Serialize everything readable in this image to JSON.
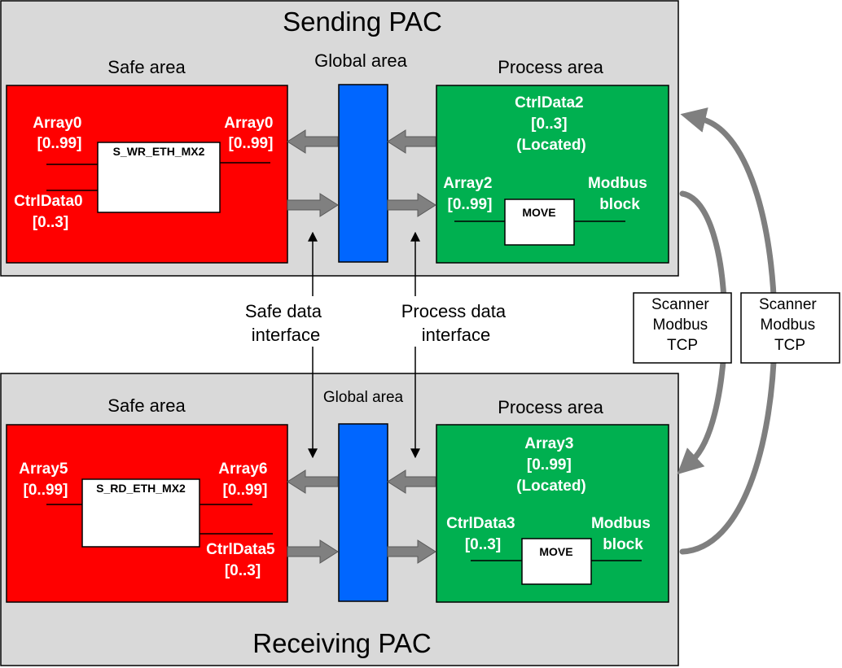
{
  "sending_pac": {
    "title": "Sending PAC",
    "safe_area_label": "Safe area",
    "global_area_label": "Global area",
    "process_area_label": "Process area",
    "safe": {
      "in_var": [
        "Array0",
        "[0..99]"
      ],
      "out_var": [
        "Array0",
        "[0..99]"
      ],
      "ctrl_var": [
        "CtrlData0",
        "[0..3]"
      ],
      "block_name": "S_WR_ETH_MX2"
    },
    "process": {
      "located_var": [
        "CtrlData2",
        "[0..3]",
        "(Located)"
      ],
      "array_var": [
        "Array2",
        "[0..99]"
      ],
      "modbus_label": [
        "Modbus",
        "block"
      ],
      "block_name": "MOVE"
    }
  },
  "receiving_pac": {
    "title": "Receiving PAC",
    "safe_area_label": "Safe area",
    "global_area_label": "Global area",
    "process_area_label": "Process area",
    "safe": {
      "in_var": [
        "Array5",
        "[0..99]"
      ],
      "out_var": [
        "Array6",
        "[0..99]"
      ],
      "ctrl_var": [
        "CtrlData5",
        "[0..3]"
      ],
      "block_name": "S_RD_ETH_MX2"
    },
    "process": {
      "located_var": [
        "Array3",
        "[0..99]",
        "(Located)"
      ],
      "ctrl_var": [
        "CtrlData3",
        "[0..3]"
      ],
      "modbus_label": [
        "Modbus",
        "block"
      ],
      "block_name": "MOVE"
    }
  },
  "interfaces": {
    "safe": [
      "Safe data",
      "interface"
    ],
    "process": [
      "Process data",
      "interface"
    ]
  },
  "scanner_boxes": [
    [
      "Scanner",
      "Modbus",
      "TCP"
    ],
    [
      "Scanner",
      "Modbus",
      "TCP"
    ]
  ],
  "colors": {
    "pac_bg": "#d9d9d9",
    "safe_red": "#ff0000",
    "process_green": "#00b050",
    "global_blue": "#0066ff",
    "arrow_gray": "#7f7f7f"
  }
}
